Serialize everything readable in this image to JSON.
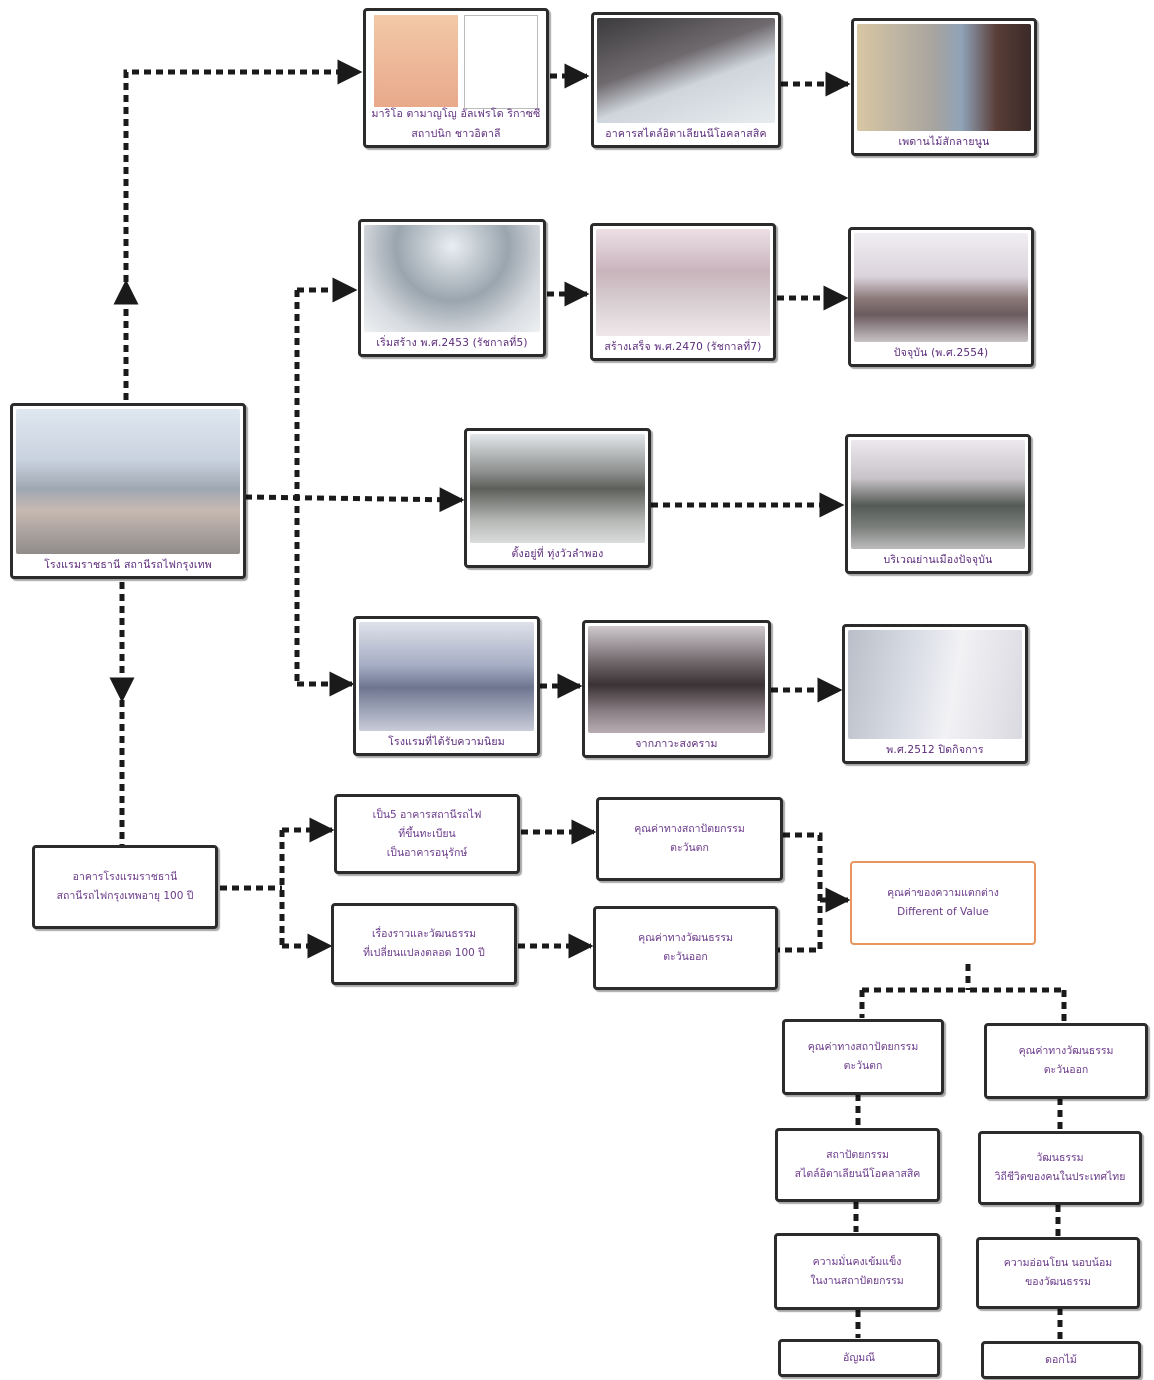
{
  "nodes": {
    "main": {
      "caption": "โรงแรมราชธานี สถานีรถไฟกรุงเทพ"
    },
    "r1a": {
      "caption": "มาริโอ ตามาญโญ อัลเฟรโด ริกาซซี"
    },
    "r1a2": {
      "caption": "สถาปนิก ชาวอิตาลี"
    },
    "r1b": {
      "caption": "อาคารสไตล์อิตาเลียนนีโอคลาสสิค"
    },
    "r1c": {
      "caption": "เพดานไม้สักลายนูน"
    },
    "r2a": {
      "caption": "เริ่มสร้าง พ.ศ.2453 (รัชกาลที่5)"
    },
    "r2b": {
      "caption": "สร้างเสร็จ พ.ศ.2470 (รัชกาลที่7)"
    },
    "r2c": {
      "caption": "ปัจจุบัน (พ.ศ.2554)"
    },
    "r3a": {
      "caption": "ตั้งอยู่ที่ ทุ่งวัวลำพอง"
    },
    "r3b": {
      "caption": "บริเวณย่านเมืองปัจจุบัน"
    },
    "r4a": {
      "caption": "โรงแรมที่ได้รับความนิยม"
    },
    "r4b": {
      "caption": "จากภาวะสงคราม"
    },
    "r4c": {
      "caption": "พ.ศ.2512 ปิดกิจการ"
    },
    "hotel": {
      "line1": "อาคารโรงแรมราชธานี",
      "line2": "สถานีรถไฟกรุงเทพอายุ 100 ปี"
    },
    "reg": {
      "line1": "เป็น5 อาคารสถานีรถไฟ",
      "line2": "ที่ขึ้นทะเบียน",
      "line3": "เป็นอาคารอนุรักษ์"
    },
    "story": {
      "line1": "เรื่องราวและวัฒนธรรม",
      "line2": "ที่เปลี่ยนแปลงตลอด 100 ปี"
    },
    "archW": {
      "line1": "คุณค่าทางสถาปัตยกรรม",
      "line2": "ตะวันตก"
    },
    "cultE": {
      "line1": "คุณค่าทางวัฒนธรรม",
      "line2": "ตะวันออก"
    },
    "diff": {
      "line1": "คุณค่าของความแตกต่าง",
      "line2": "Different of Value"
    },
    "b1": {
      "line1": "คุณค่าทางสถาปัตยกรรม",
      "line2": "ตะวันตก"
    },
    "b2": {
      "line1": "คุณค่าทางวัฒนธรรม",
      "line2": "ตะวันออก"
    },
    "b3": {
      "line1": "สถาปัตยกรรม",
      "line2": "สไตล์อิตาเลียนนีโอคลาสสิค"
    },
    "b4": {
      "line1": "วัฒนธรรม",
      "line2": "วิถีชีวิตของคนในประเทศไทย"
    },
    "b5": {
      "line1": "ความมั่นคงเข้มแข็ง",
      "line2": "ในงานสถาปัตยกรรม"
    },
    "b6": {
      "line1": "ความอ่อนโยน นอบน้อม",
      "line2": "ของวัฒนธรรม"
    },
    "b7": {
      "line1": "อัญมณี"
    },
    "b8": {
      "line1": "ดอกไม้"
    }
  },
  "colors": {
    "edge": "#1a1a1a",
    "border": "#2b2b2b",
    "text": "#6b3a8a",
    "accent": "#e8955e"
  }
}
